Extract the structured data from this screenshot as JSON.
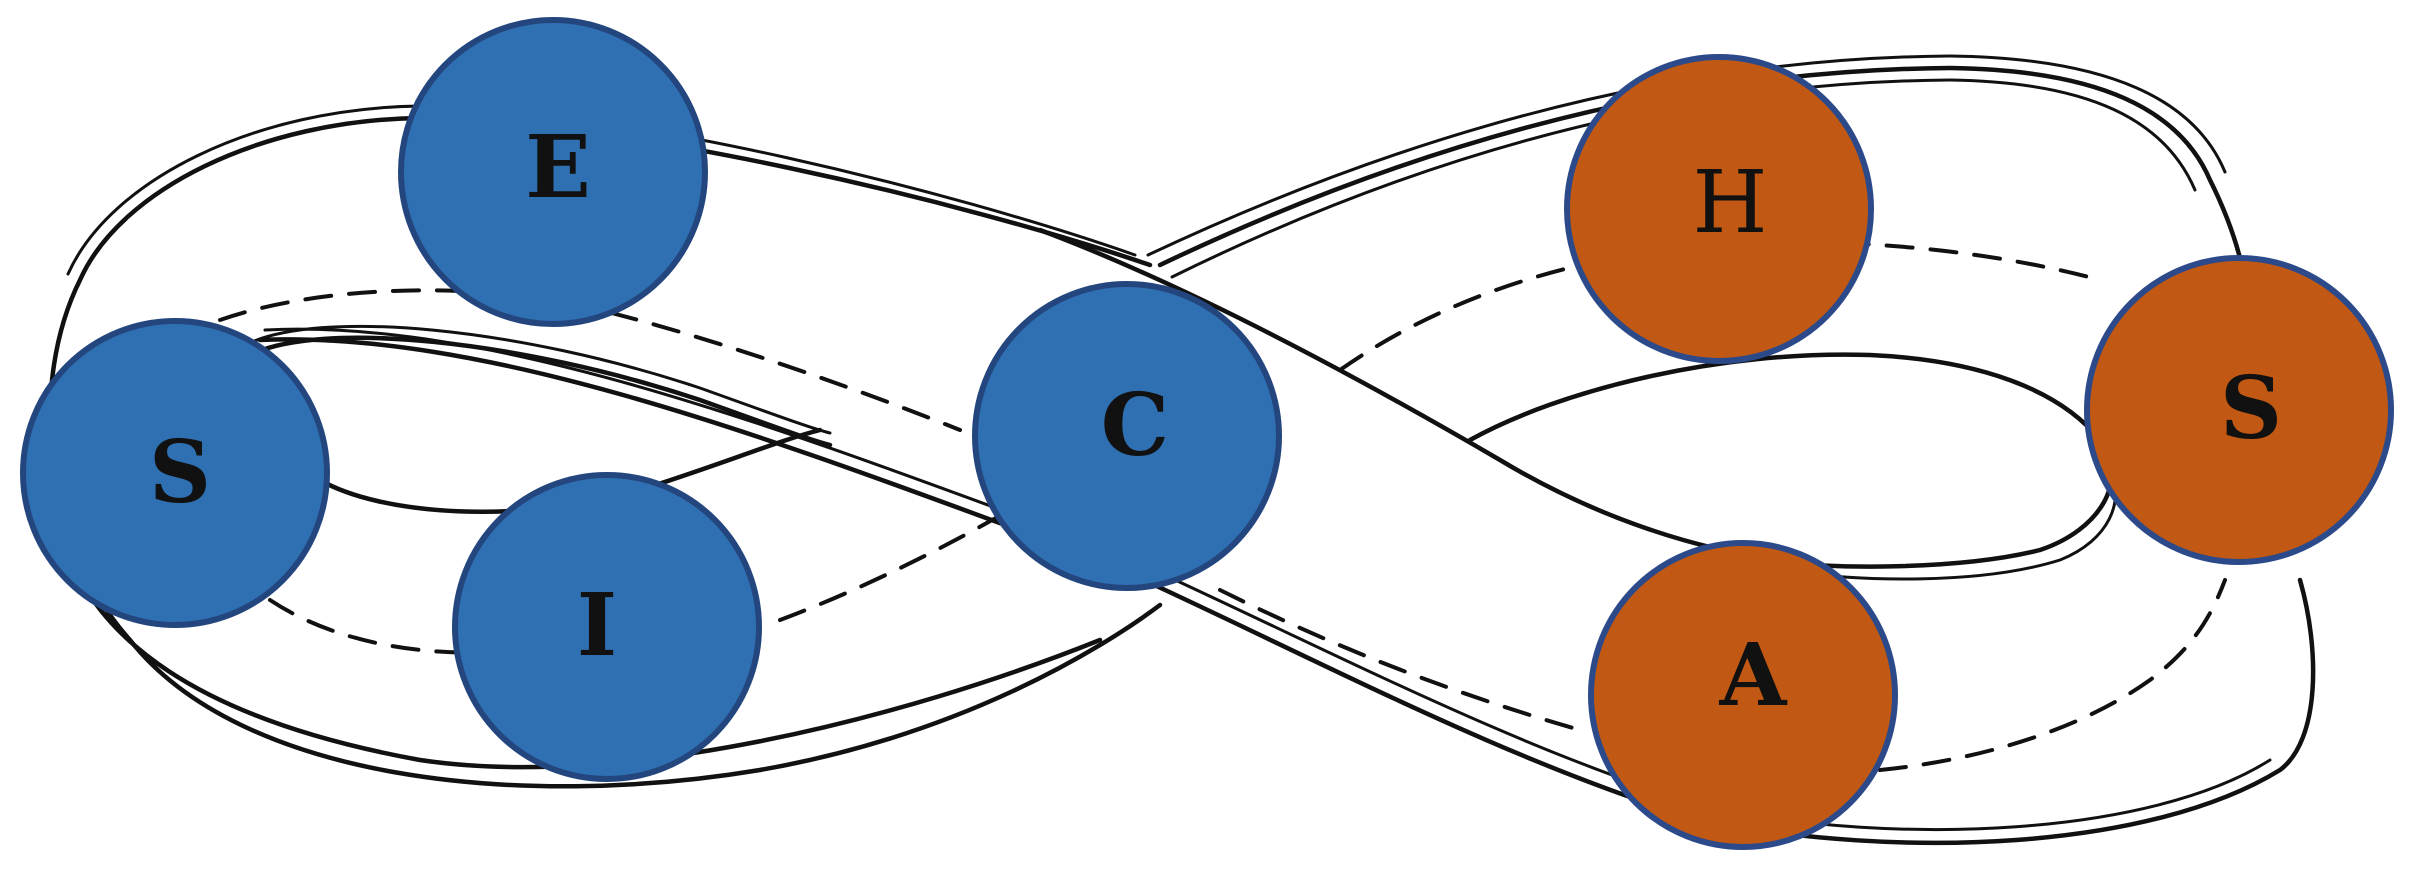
{
  "colors": {
    "blue_fill": "#2f70b3",
    "blue_stroke": "#24467f",
    "orange_fill": "#c15813",
    "orange_stroke": "#2c4a8a",
    "line": "#111111",
    "background": "#ffffff"
  },
  "shape": "figure-eight-mobius-band",
  "nodes": {
    "e": {
      "letter": "E",
      "group": "blue"
    },
    "s_left": {
      "letter": "S",
      "group": "blue"
    },
    "i": {
      "letter": "I",
      "group": "blue"
    },
    "c": {
      "letter": "C",
      "group": "blue"
    },
    "h": {
      "letter": "H",
      "group": "orange"
    },
    "s_right": {
      "letter": "S",
      "group": "orange"
    },
    "a": {
      "letter": "A",
      "group": "orange"
    }
  }
}
